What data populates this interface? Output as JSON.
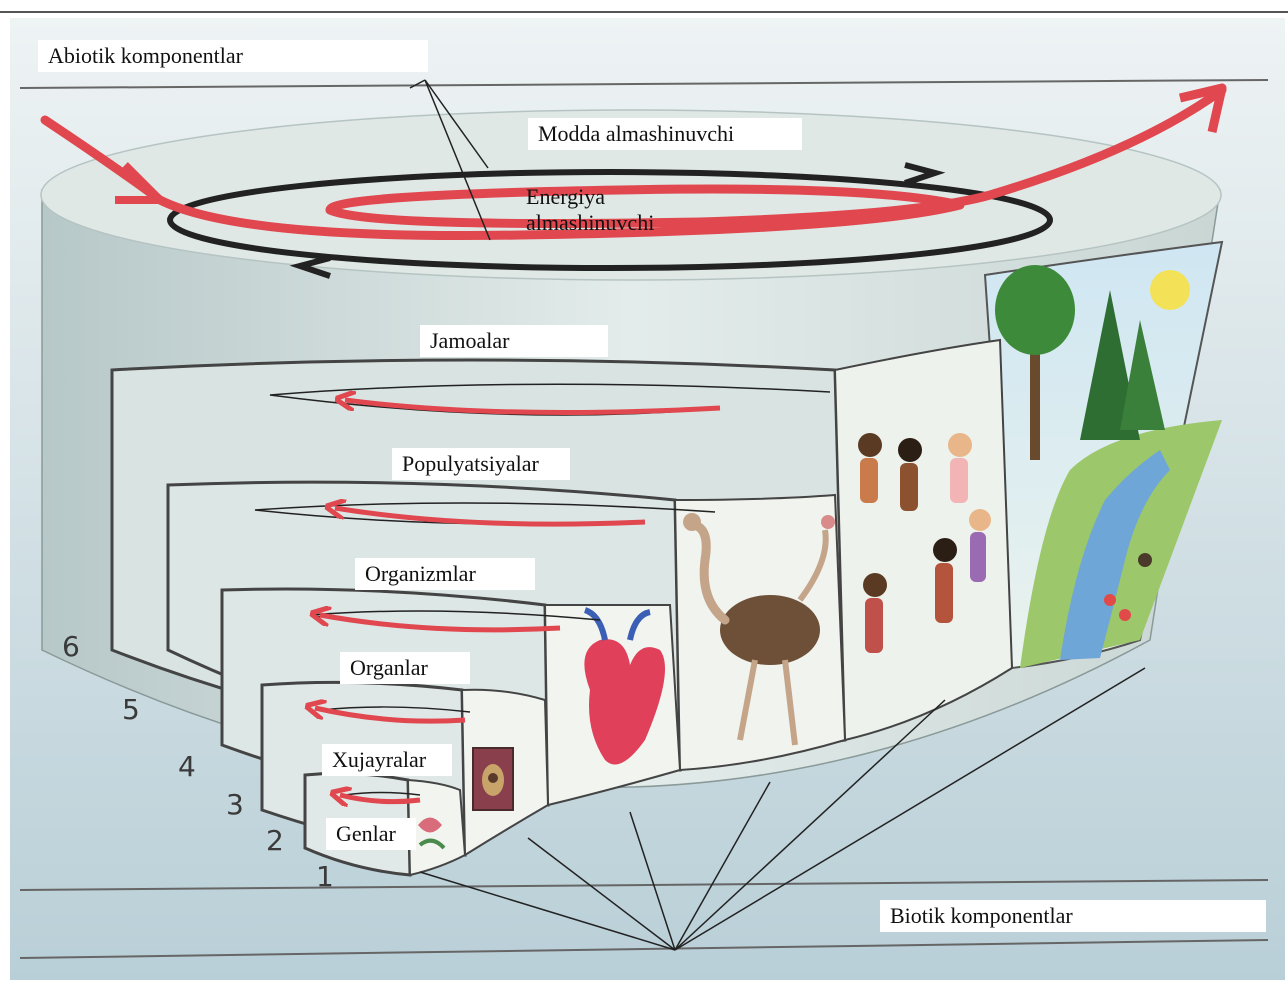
{
  "labels": {
    "abiotic": "Abiotik komponentlar",
    "matter_cycle": "Modda almashinuvchi",
    "energy_line1": "Energiya",
    "energy_line2": "almashinuvchi",
    "communities": "Jamoalar",
    "populations": "Populyatsiyalar",
    "organisms": "Organizmlar",
    "organs": "Organlar",
    "cells": "Xujayralar",
    "genes": "Genlar",
    "biotic": "Biotik komponentlar"
  },
  "level_numbers": [
    "1",
    "2",
    "3",
    "4",
    "5",
    "6"
  ],
  "level_images": [
    "gene-icon",
    "cell-icon",
    "heart-icon",
    "ostrich-icon",
    "people-circle-icon",
    "landscape-icon"
  ],
  "colors": {
    "background": "#c5d8de",
    "cylinder": "#dce8e6",
    "cylinder_shadow": "#a9bcbb",
    "energy_arrow": "#e0474f",
    "matter_arrow": "#222222",
    "frame": "#4a4a4a"
  }
}
